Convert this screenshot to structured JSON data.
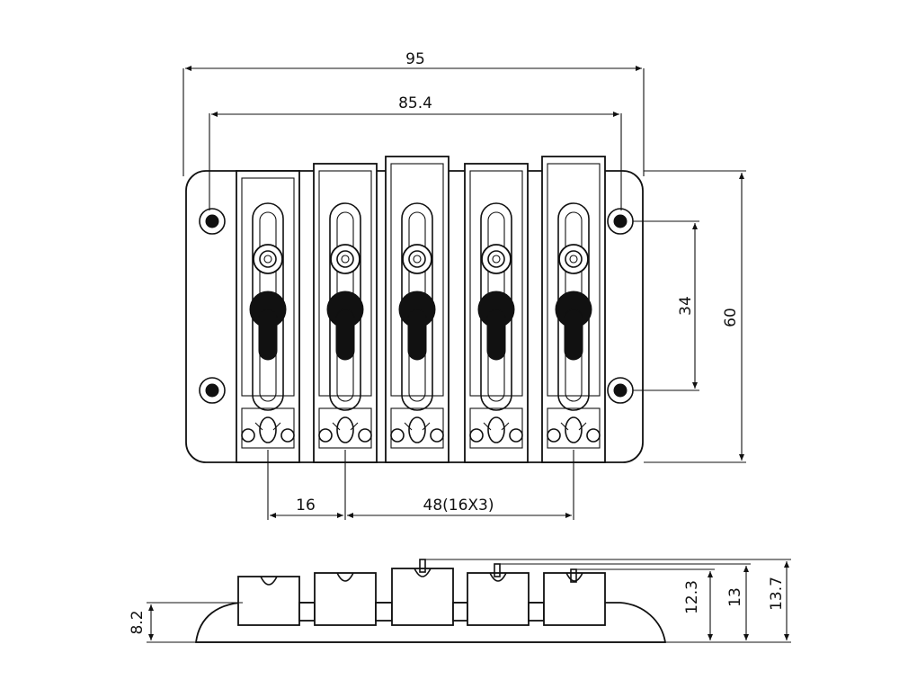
{
  "top_view": {
    "dimensions": {
      "overall_width": "95",
      "mount_hole_spacing": "85.4",
      "overall_depth": "60",
      "mount_hole_depth_spacing": "34",
      "first_string_spacing": "16",
      "remaining_string_spacing": "48(16X3)"
    },
    "saddle_count": 5
  },
  "side_view": {
    "dimensions": {
      "base_height": "8.2",
      "saddle_height_low": "12.3",
      "saddle_height_mid": "13",
      "saddle_height_high": "13.7"
    }
  }
}
